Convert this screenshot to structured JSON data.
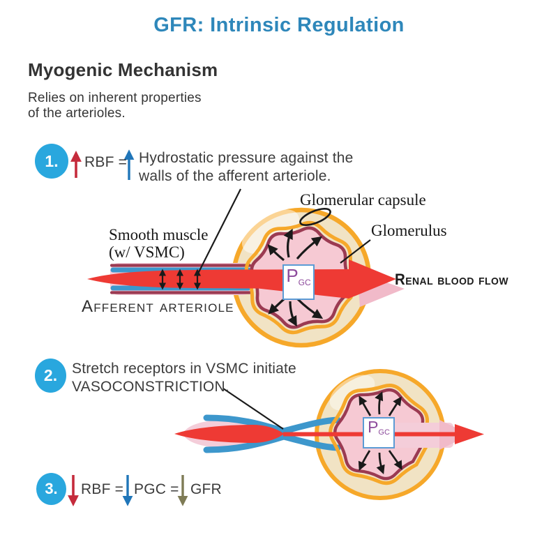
{
  "title": "GFR: Intrinsic Regulation",
  "intro": {
    "heading": "Myogenic Mechanism",
    "sub_line1": "Relies on inherent properties",
    "sub_line2": "of the arterioles."
  },
  "step1": {
    "number": "1.",
    "rbf_label": "RBF =",
    "text_line1": "Hydrostatic pressure against the",
    "text_line2": "walls of the afferent arteriole."
  },
  "step2": {
    "number": "2.",
    "text_line1": "Stretch receptors in VSMC initiate",
    "text_line2": "VASOCONSTRICTION."
  },
  "step3": {
    "number": "3.",
    "rbf_label": "RBF =",
    "pgc_label": "PGC =",
    "gfr_label": "GFR"
  },
  "diagram1": {
    "smooth_muscle_line1": "Smooth muscle",
    "smooth_muscle_line2": "(w/ VSMC)",
    "afferent_arteriole_label": "Afferent arteriole",
    "glomerular_capsule_label": "Glomerular capsule",
    "glomerulus_label": "Glomerulus",
    "renal_blood_flow_label": "Renal blood flow",
    "pgc_main": "P",
    "pgc_sub": "GC"
  },
  "diagram2": {
    "pgc_main": "P",
    "pgc_sub": "GC"
  },
  "colors": {
    "title_blue": "#2e87ba",
    "badge_blue": "#29a7de",
    "crimson": "#c52b3c",
    "arrow_blue": "#2076b9",
    "olive": "#7e7b55",
    "flow_red": "#ee3a34",
    "vessel_blue": "#3d97cc",
    "maroon": "#9b3a52",
    "capsule_orange": "#f6a82a",
    "capsule_cream": "#f1e3c4",
    "glom_pink": "#f6c9d3",
    "vessel_pink": "#f4cdd9",
    "pink_shadow": "#f1bac9",
    "pgc_purple": "#8d4b9c",
    "pgc_border": "#5b9bd5",
    "ink": "#1a1a1a"
  }
}
